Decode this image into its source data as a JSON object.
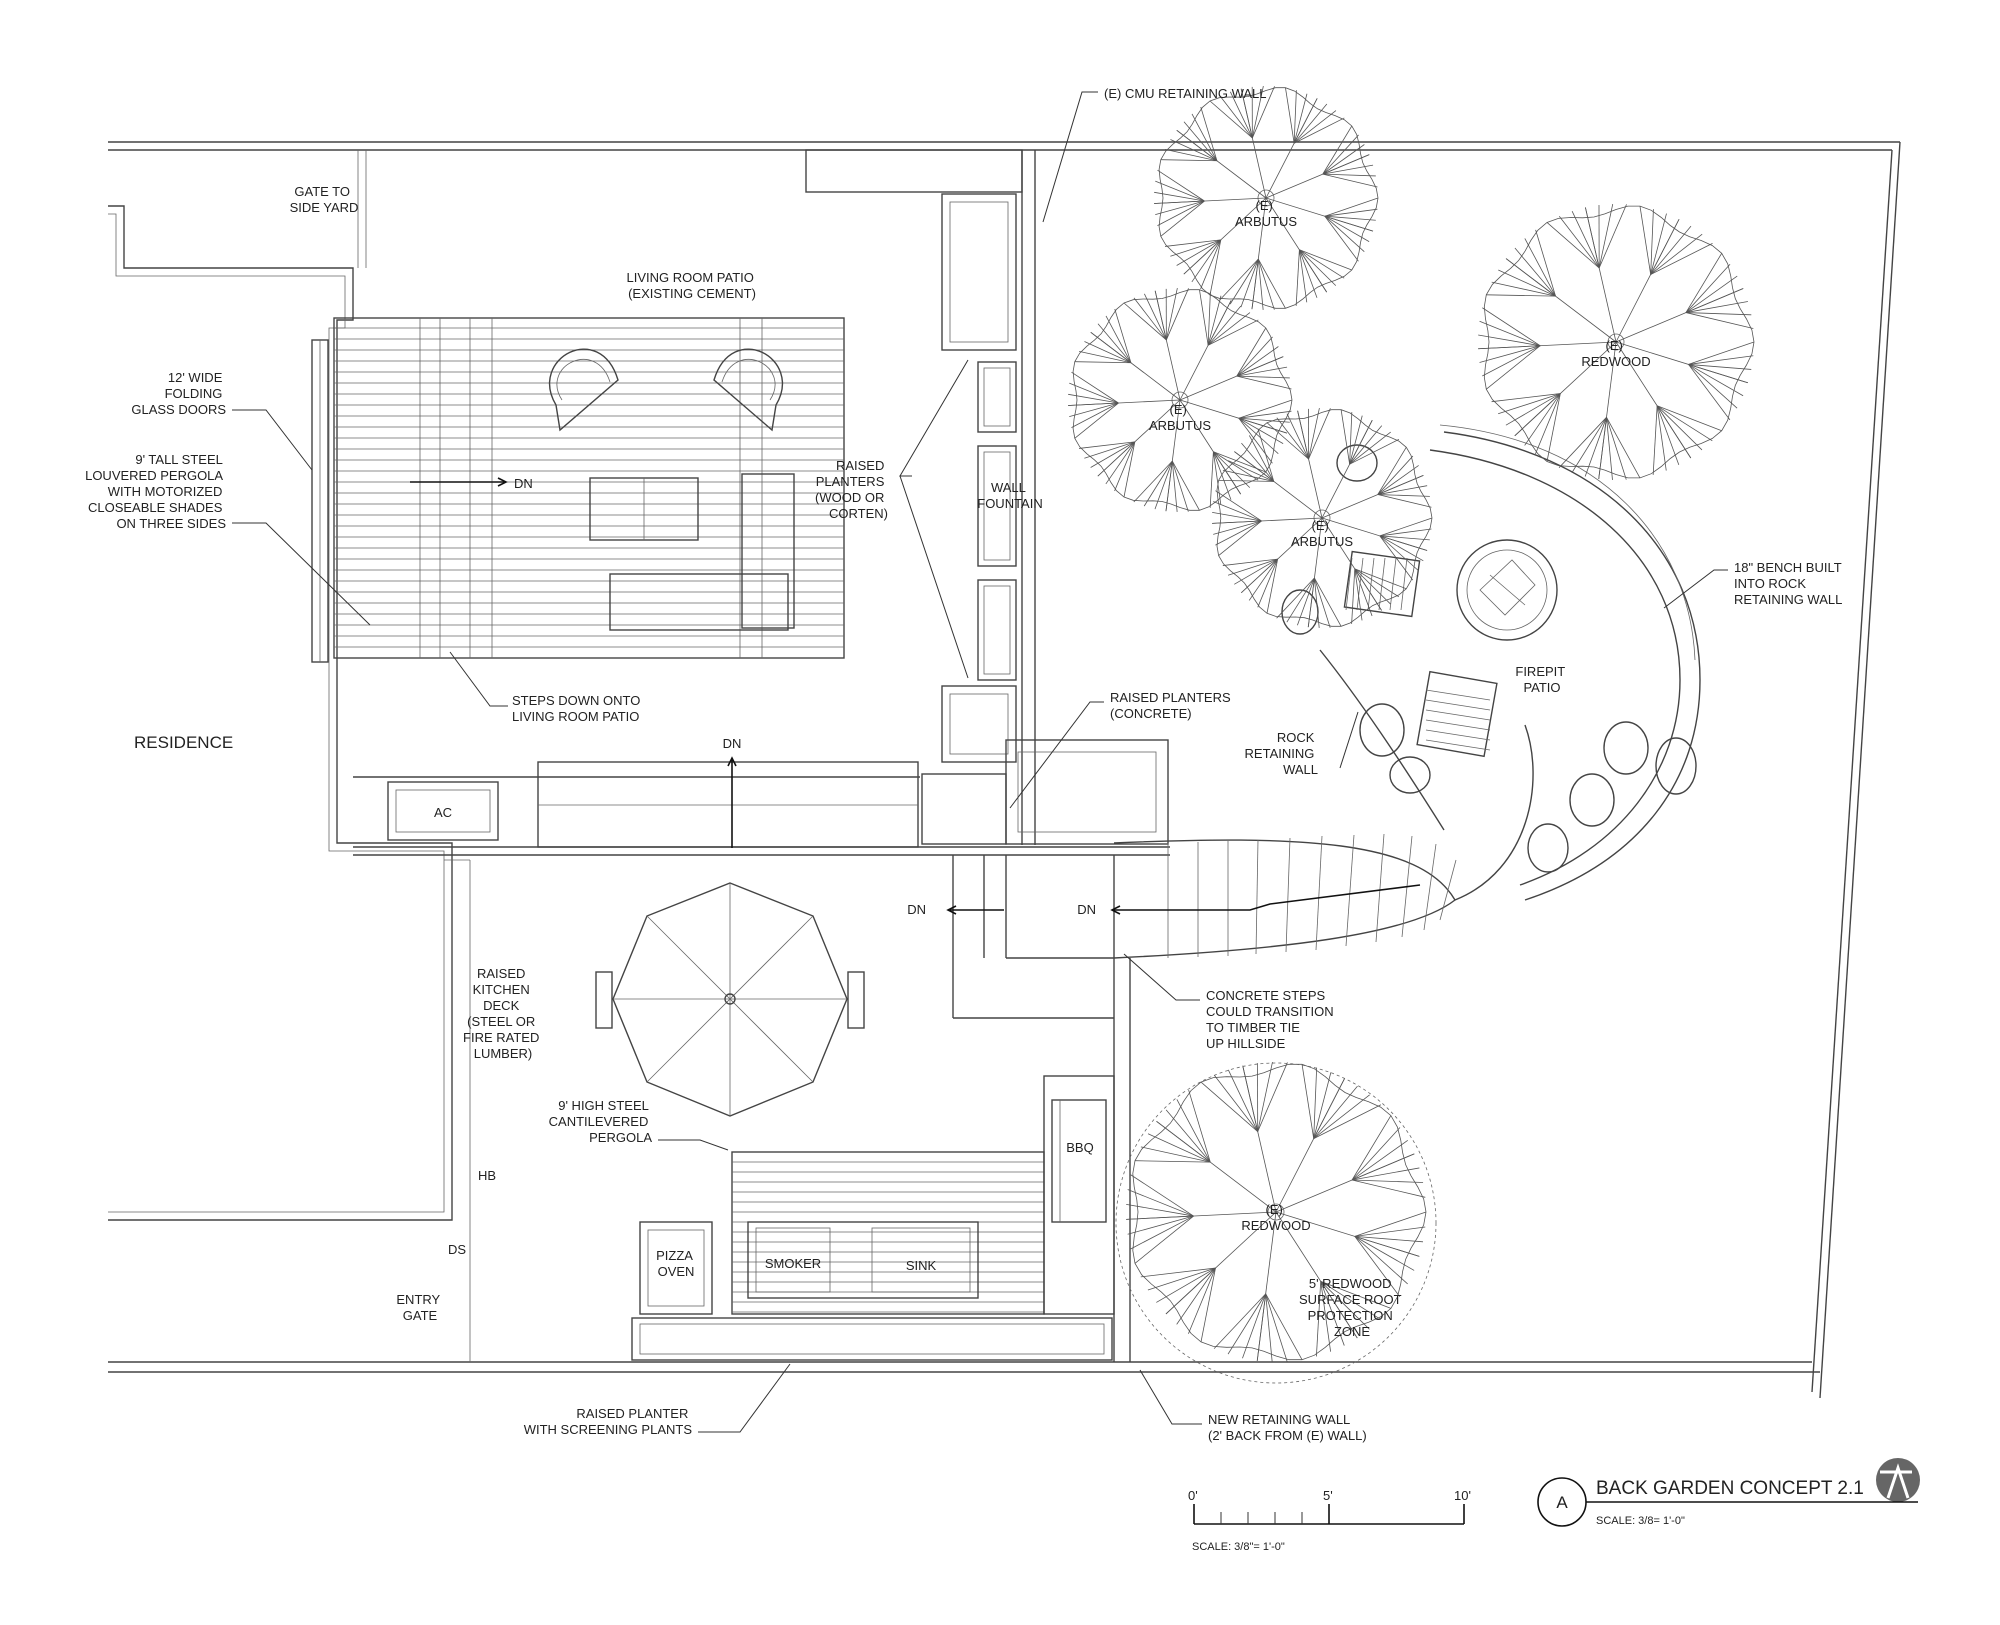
{
  "title": {
    "marker": "A",
    "text": "BACK GARDEN CONCEPT 2.1",
    "scale": "SCALE: 3/8= 1'-0\""
  },
  "scale_bar": {
    "tick_0": "0'",
    "tick_5": "5'",
    "tick_10": "10'",
    "note": "SCALE: 3/8\"= 1'-0\""
  },
  "labels": {
    "gate_side_yard": [
      "GATE TO",
      "SIDE YARD"
    ],
    "living_patio": [
      "LIVING ROOM PATIO",
      "(EXISTING CEMENT)"
    ],
    "folding_doors": [
      "12' WIDE",
      "FOLDING",
      "GLASS DOORS"
    ],
    "pergola_living": [
      "9' TALL STEEL",
      "LOUVERED PERGOLA",
      "WITH MOTORIZED",
      "CLOSEABLE SHADES",
      "ON THREE SIDES"
    ],
    "dn": "DN",
    "steps_down": [
      "STEPS DOWN ONTO",
      "LIVING ROOM PATIO"
    ],
    "residence": "RESIDENCE",
    "ac": "AC",
    "raised_planters_wood": [
      "RAISED",
      "PLANTERS",
      "(WOOD OR",
      "CORTEN)"
    ],
    "wall_fountain": [
      "WALL",
      "FOUNTAIN"
    ],
    "cmu_wall": "(E) CMU RETAINING WALL",
    "raised_planters_concrete": [
      "RAISED PLANTERS",
      "(CONCRETE)"
    ],
    "bench": [
      "18\" BENCH BUILT",
      "INTO ROCK",
      "RETAINING WALL"
    ],
    "firepit_patio": [
      "FIREPIT",
      "PATIO"
    ],
    "rock_wall": [
      "ROCK",
      "RETAINING",
      "WALL"
    ],
    "concrete_steps": [
      "CONCRETE STEPS",
      "COULD TRANSITION",
      "TO TIMBER TIE",
      "UP HILLSIDE"
    ],
    "kitchen_deck": [
      "RAISED",
      "KITCHEN",
      "DECK",
      "(STEEL OR",
      "FIRE RATED",
      "LUMBER)"
    ],
    "pergola_kitchen": [
      "9' HIGH STEEL",
      "CANTILEVERED",
      "PERGOLA"
    ],
    "bbq": "BBQ",
    "hb": "HB",
    "ds": "DS",
    "entry_gate": [
      "ENTRY",
      "GATE"
    ],
    "pizza_oven": [
      "PIZZA",
      "OVEN"
    ],
    "smoker": "SMOKER",
    "sink": "SINK",
    "raised_planter_screening": [
      "RAISED PLANTER",
      "WITH SCREENING PLANTS"
    ],
    "new_retaining_wall": [
      "NEW RETAINING WALL",
      "(2' BACK FROM (E) WALL)"
    ],
    "root_zone": [
      "5' REDWOOD",
      "SURFACE ROOT",
      "PROTECTION",
      "ZONE"
    ]
  },
  "trees": [
    {
      "lines": [
        "(E)",
        "ARBUTUS"
      ]
    },
    {
      "lines": [
        "(E)",
        "ARBUTUS"
      ]
    },
    {
      "lines": [
        "(E)",
        "ARBUTUS"
      ]
    },
    {
      "lines": [
        "(E)",
        "REDWOOD"
      ]
    },
    {
      "lines": [
        "(E)",
        "REDWOOD"
      ]
    }
  ]
}
